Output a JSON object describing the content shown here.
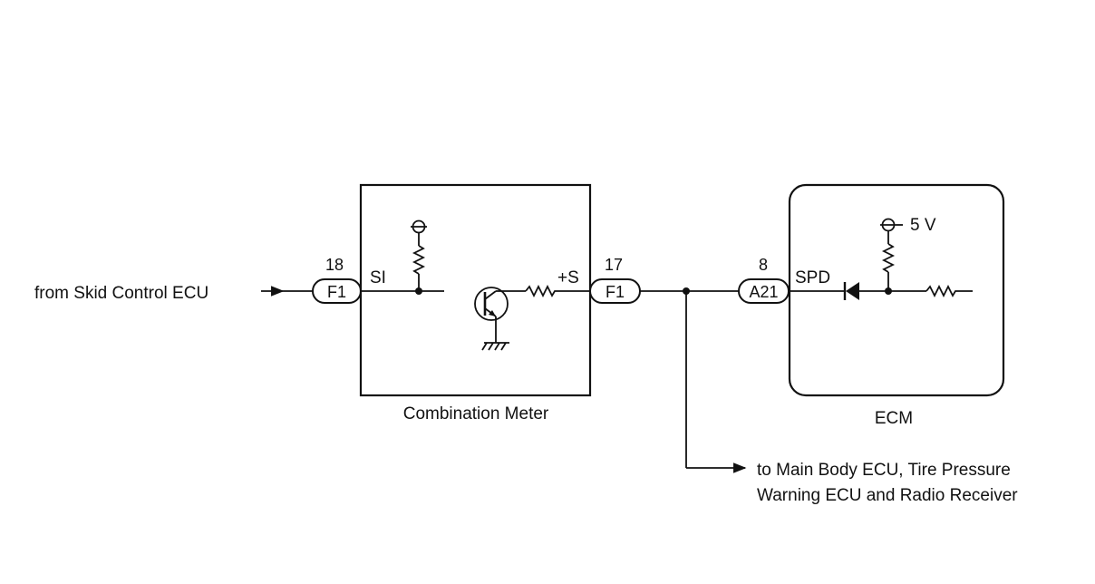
{
  "inputs": {
    "source_label": "from Skid Control ECU"
  },
  "combination_meter": {
    "name": "Combination Meter",
    "in_pin": {
      "number": "18",
      "connector": "F1",
      "terminal": "SI"
    },
    "out_pin": {
      "number": "17",
      "connector": "F1",
      "terminal": "+S"
    }
  },
  "ecm": {
    "name": "ECM",
    "in_pin": {
      "number": "8",
      "connector": "A21",
      "terminal": "SPD"
    },
    "supply": "5 V"
  },
  "branch": {
    "line1": "to Main Body ECU, Tire Pressure",
    "line2": "Warning ECU and Radio Receiver"
  }
}
